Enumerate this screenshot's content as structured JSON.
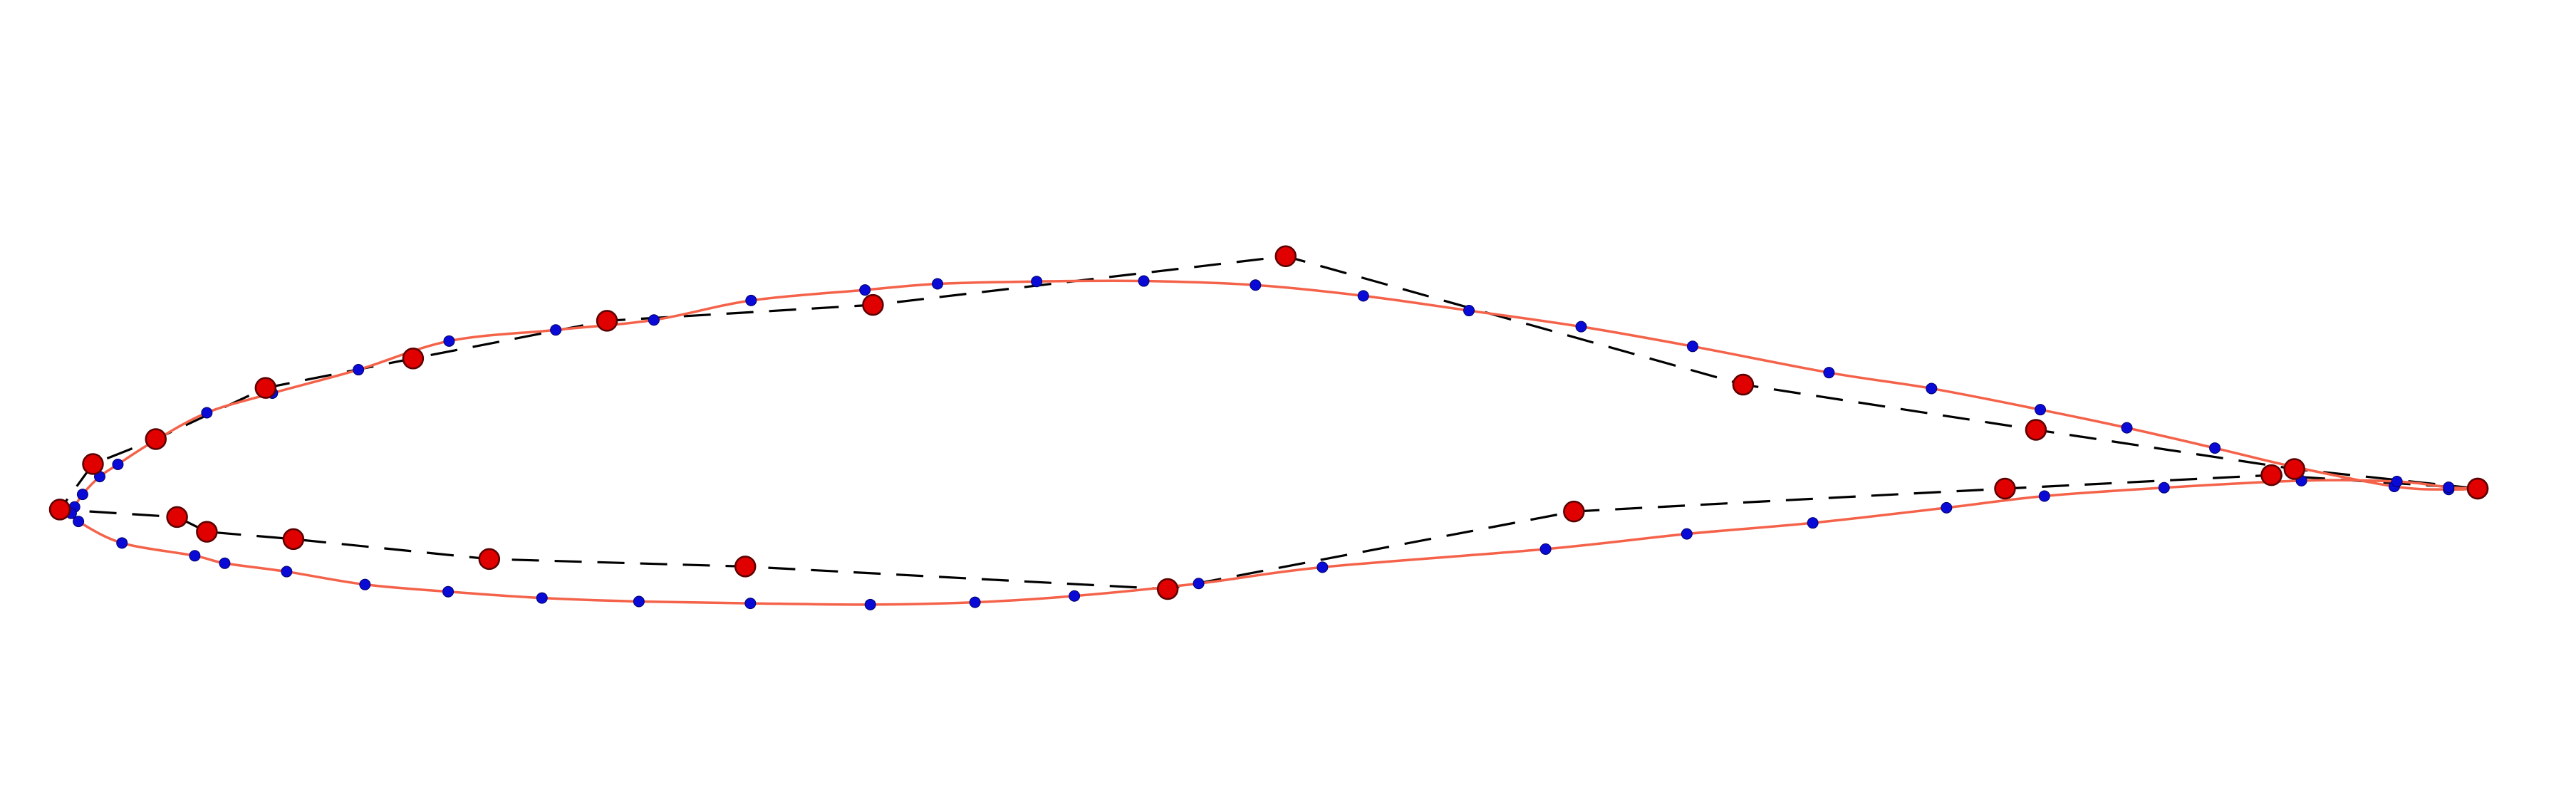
{
  "colors": {
    "background": "#ffffff",
    "control_polygon": "#000000",
    "curve": "#f4624a",
    "control_point": "#e00000",
    "sample_point": "#0a0ad6"
  },
  "diagram": {
    "shape": "airfoil",
    "control_points": [
      [
        1.0,
        0.0
      ],
      [
        0.9242,
        0.0173
      ],
      [
        0.8173,
        0.0519
      ],
      [
        0.6962,
        0.0918
      ],
      [
        0.507,
        0.2052
      ],
      [
        0.3363,
        0.1622
      ],
      [
        0.2263,
        0.1482
      ],
      [
        0.1461,
        0.1149
      ],
      [
        0.0851,
        0.0889
      ],
      [
        0.0397,
        0.0437
      ],
      [
        0.0137,
        0.0217
      ],
      [
        -0.0,
        -0.0185
      ],
      [
        0.0485,
        -0.0251
      ],
      [
        0.0608,
        -0.0381
      ],
      [
        0.0966,
        -0.0446
      ],
      [
        0.1776,
        -0.0622
      ],
      [
        0.2835,
        -0.0688
      ],
      [
        0.4582,
        -0.0887
      ],
      [
        0.6262,
        -0.0202
      ],
      [
        0.8045,
        0.0
      ],
      [
        0.9147,
        0.0119
      ],
      [
        1.0,
        0.0
      ]
    ],
    "sample_points": [
      [
        0.988,
        -0.0008
      ],
      [
        0.9655,
        0.0019
      ],
      [
        0.9243,
        0.0191
      ],
      [
        0.8913,
        0.0358
      ],
      [
        0.8549,
        0.0537
      ],
      [
        0.8191,
        0.0697
      ],
      [
        0.7741,
        0.0884
      ],
      [
        0.7317,
        0.1024
      ],
      [
        0.6753,
        0.1256
      ],
      [
        0.6292,
        0.143
      ],
      [
        0.5828,
        0.1572
      ],
      [
        0.5391,
        0.1702
      ],
      [
        0.4945,
        0.1797
      ],
      [
        0.4483,
        0.1833
      ],
      [
        0.404,
        0.1829
      ],
      [
        0.363,
        0.1808
      ],
      [
        0.333,
        0.1754
      ],
      [
        0.2859,
        0.1661
      ],
      [
        0.2457,
        0.1489
      ],
      [
        0.2051,
        0.1401
      ],
      [
        0.161,
        0.1303
      ],
      [
        0.1235,
        0.105
      ],
      [
        0.0879,
        0.0843
      ],
      [
        0.0608,
        0.067
      ],
      [
        0.0385,
        0.0413
      ],
      [
        0.024,
        0.0214
      ],
      [
        0.0165,
        0.0106
      ],
      [
        0.0094,
        -0.0051
      ],
      [
        0.0061,
        -0.0162
      ],
      [
        0.0047,
        -0.0218
      ],
      [
        0.0077,
        -0.029
      ],
      [
        0.0257,
        -0.048
      ],
      [
        0.0558,
        -0.0593
      ],
      [
        0.0682,
        -0.0659
      ],
      [
        0.0938,
        -0.0733
      ],
      [
        0.1262,
        -0.0847
      ],
      [
        0.1606,
        -0.091
      ],
      [
        0.1994,
        -0.0966
      ],
      [
        0.2395,
        -0.0997
      ],
      [
        0.2856,
        -0.1013
      ],
      [
        0.3352,
        -0.1024
      ],
      [
        0.3785,
        -0.1004
      ],
      [
        0.4196,
        -0.0948
      ],
      [
        0.471,
        -0.0838
      ],
      [
        0.5222,
        -0.0694
      ],
      [
        0.6145,
        -0.0534
      ],
      [
        0.6729,
        -0.04
      ],
      [
        0.725,
        -0.0303
      ],
      [
        0.7803,
        -0.0169
      ],
      [
        0.8208,
        -0.0066
      ],
      [
        0.8703,
        0.0008
      ],
      [
        0.9271,
        0.007
      ],
      [
        0.9666,
        0.0063
      ],
      [
        0.988,
        0.0012
      ]
    ]
  }
}
